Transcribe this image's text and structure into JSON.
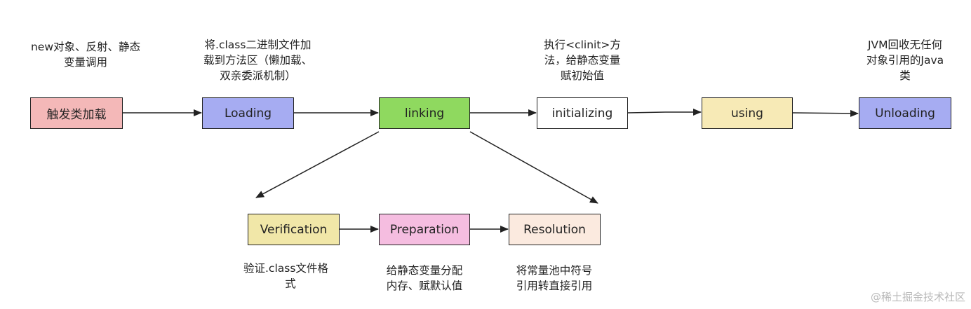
{
  "colors": {
    "trigger": "#f4b8b8",
    "loading": "#a6acf2",
    "linking": "#8fd95f",
    "initializing": "#ffffff",
    "using": "#f7eab6",
    "unloading": "#a6acf2",
    "verification": "#f1e7a8",
    "preparation": "#f5bde0",
    "resolution": "#fbeadf",
    "stroke": "#222222"
  },
  "stages": {
    "trigger": "触发类加载",
    "loading": "Loading",
    "linking": "linking",
    "initializing": "initializing",
    "using": "using",
    "unloading": "Unloading",
    "verification": "Verification",
    "preparation": "Preparation",
    "resolution": "Resolution"
  },
  "notes": {
    "trigger_line1": "new对象、反射、静态",
    "trigger_line2": "变量调用",
    "loading_line1": "将.class二进制文件加",
    "loading_line2": "载到方法区（懒加载、",
    "loading_line3": "双亲委派机制）",
    "init_line1": "执行<clinit>方",
    "init_line2": "法，给静态变量",
    "init_line3": "赋初始值",
    "unloading_line1": "JVM回收无任何",
    "unloading_line2": "对象引用的Java",
    "unloading_line3": "类",
    "verification_line1": "验证.class文件格",
    "verification_line2": "式",
    "preparation_line1": "给静态变量分配",
    "preparation_line2": "内存、赋默认值",
    "resolution_line1": "将常量池中符号",
    "resolution_line2": "引用转直接引用"
  },
  "watermark": "@稀土掘金技术社区"
}
